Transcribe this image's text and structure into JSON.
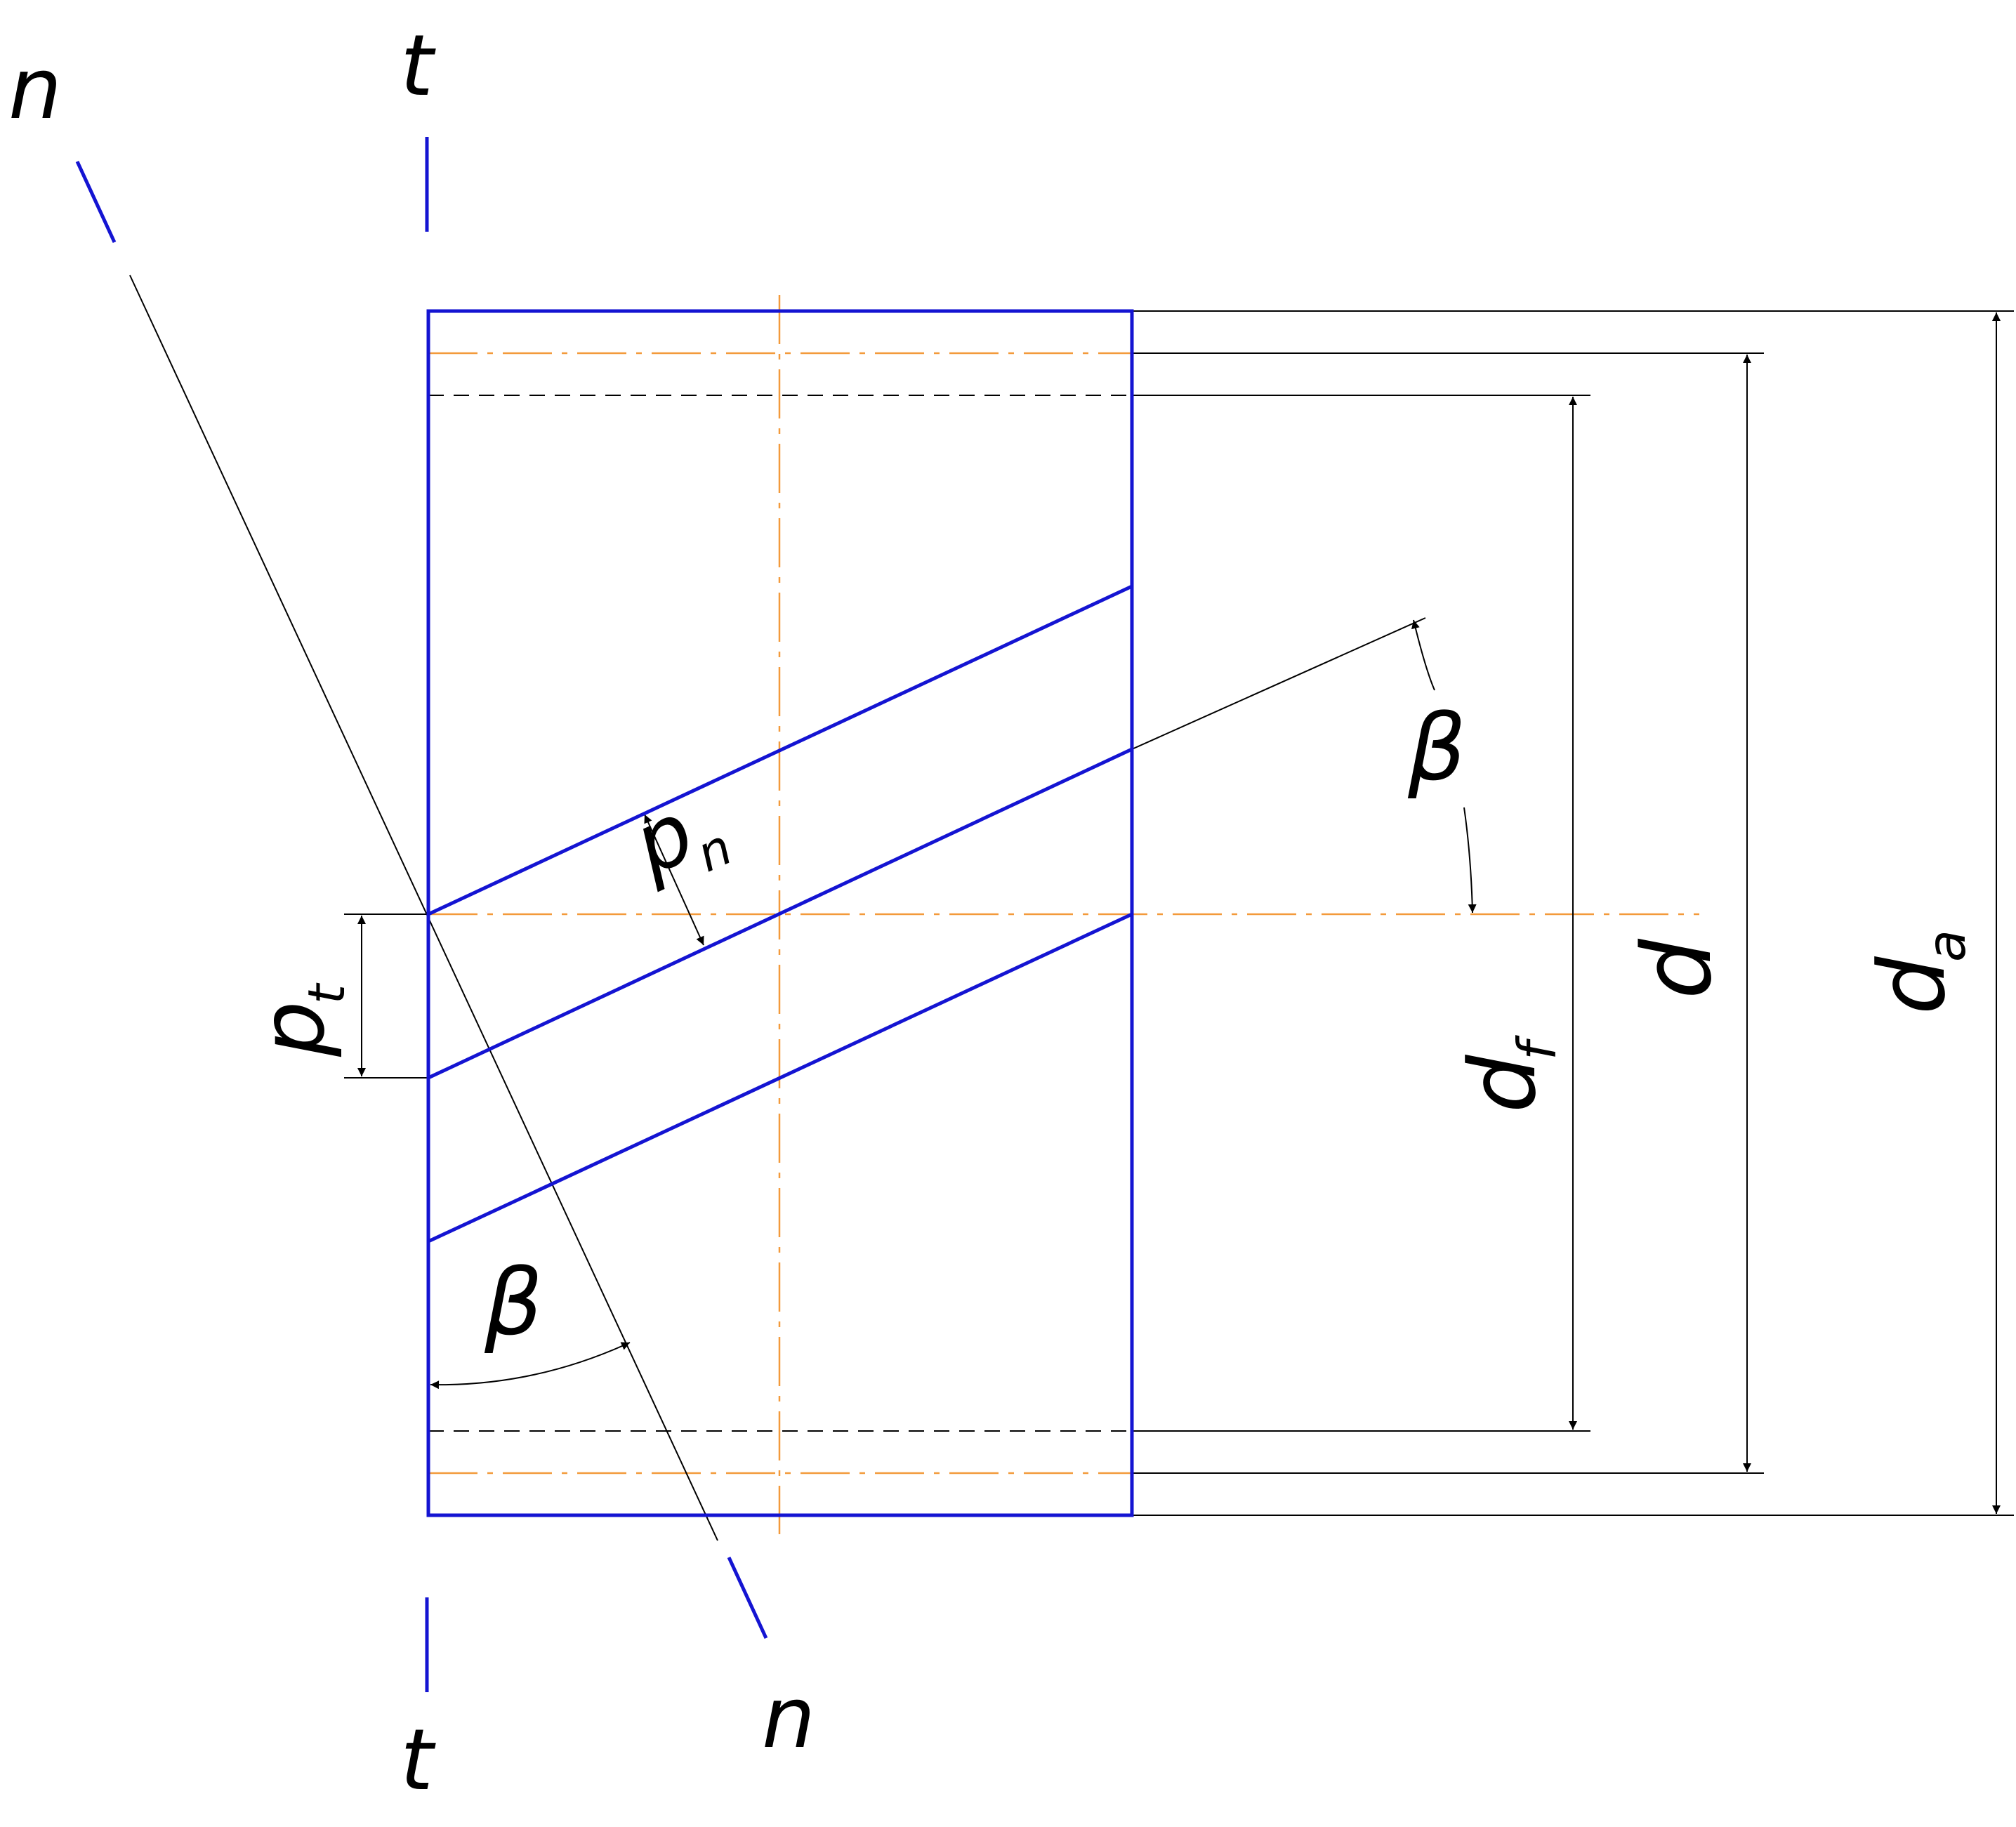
{
  "labels": {
    "n_top": "n",
    "n_bottom": "n",
    "t_top": "t",
    "t_bottom": "t",
    "beta_right": "β",
    "beta_left": "β",
    "p_normal": "p",
    "p_normal_sub": "n",
    "p_transverse": "p",
    "p_transverse_sub": "t",
    "d_f": "d",
    "d_f_sub": "f",
    "d": "d",
    "d_a": "d",
    "d_a_sub": "a"
  },
  "colors": {
    "outline": "#1414d2",
    "centerline": "#f39a3b",
    "thin": "#000000"
  }
}
